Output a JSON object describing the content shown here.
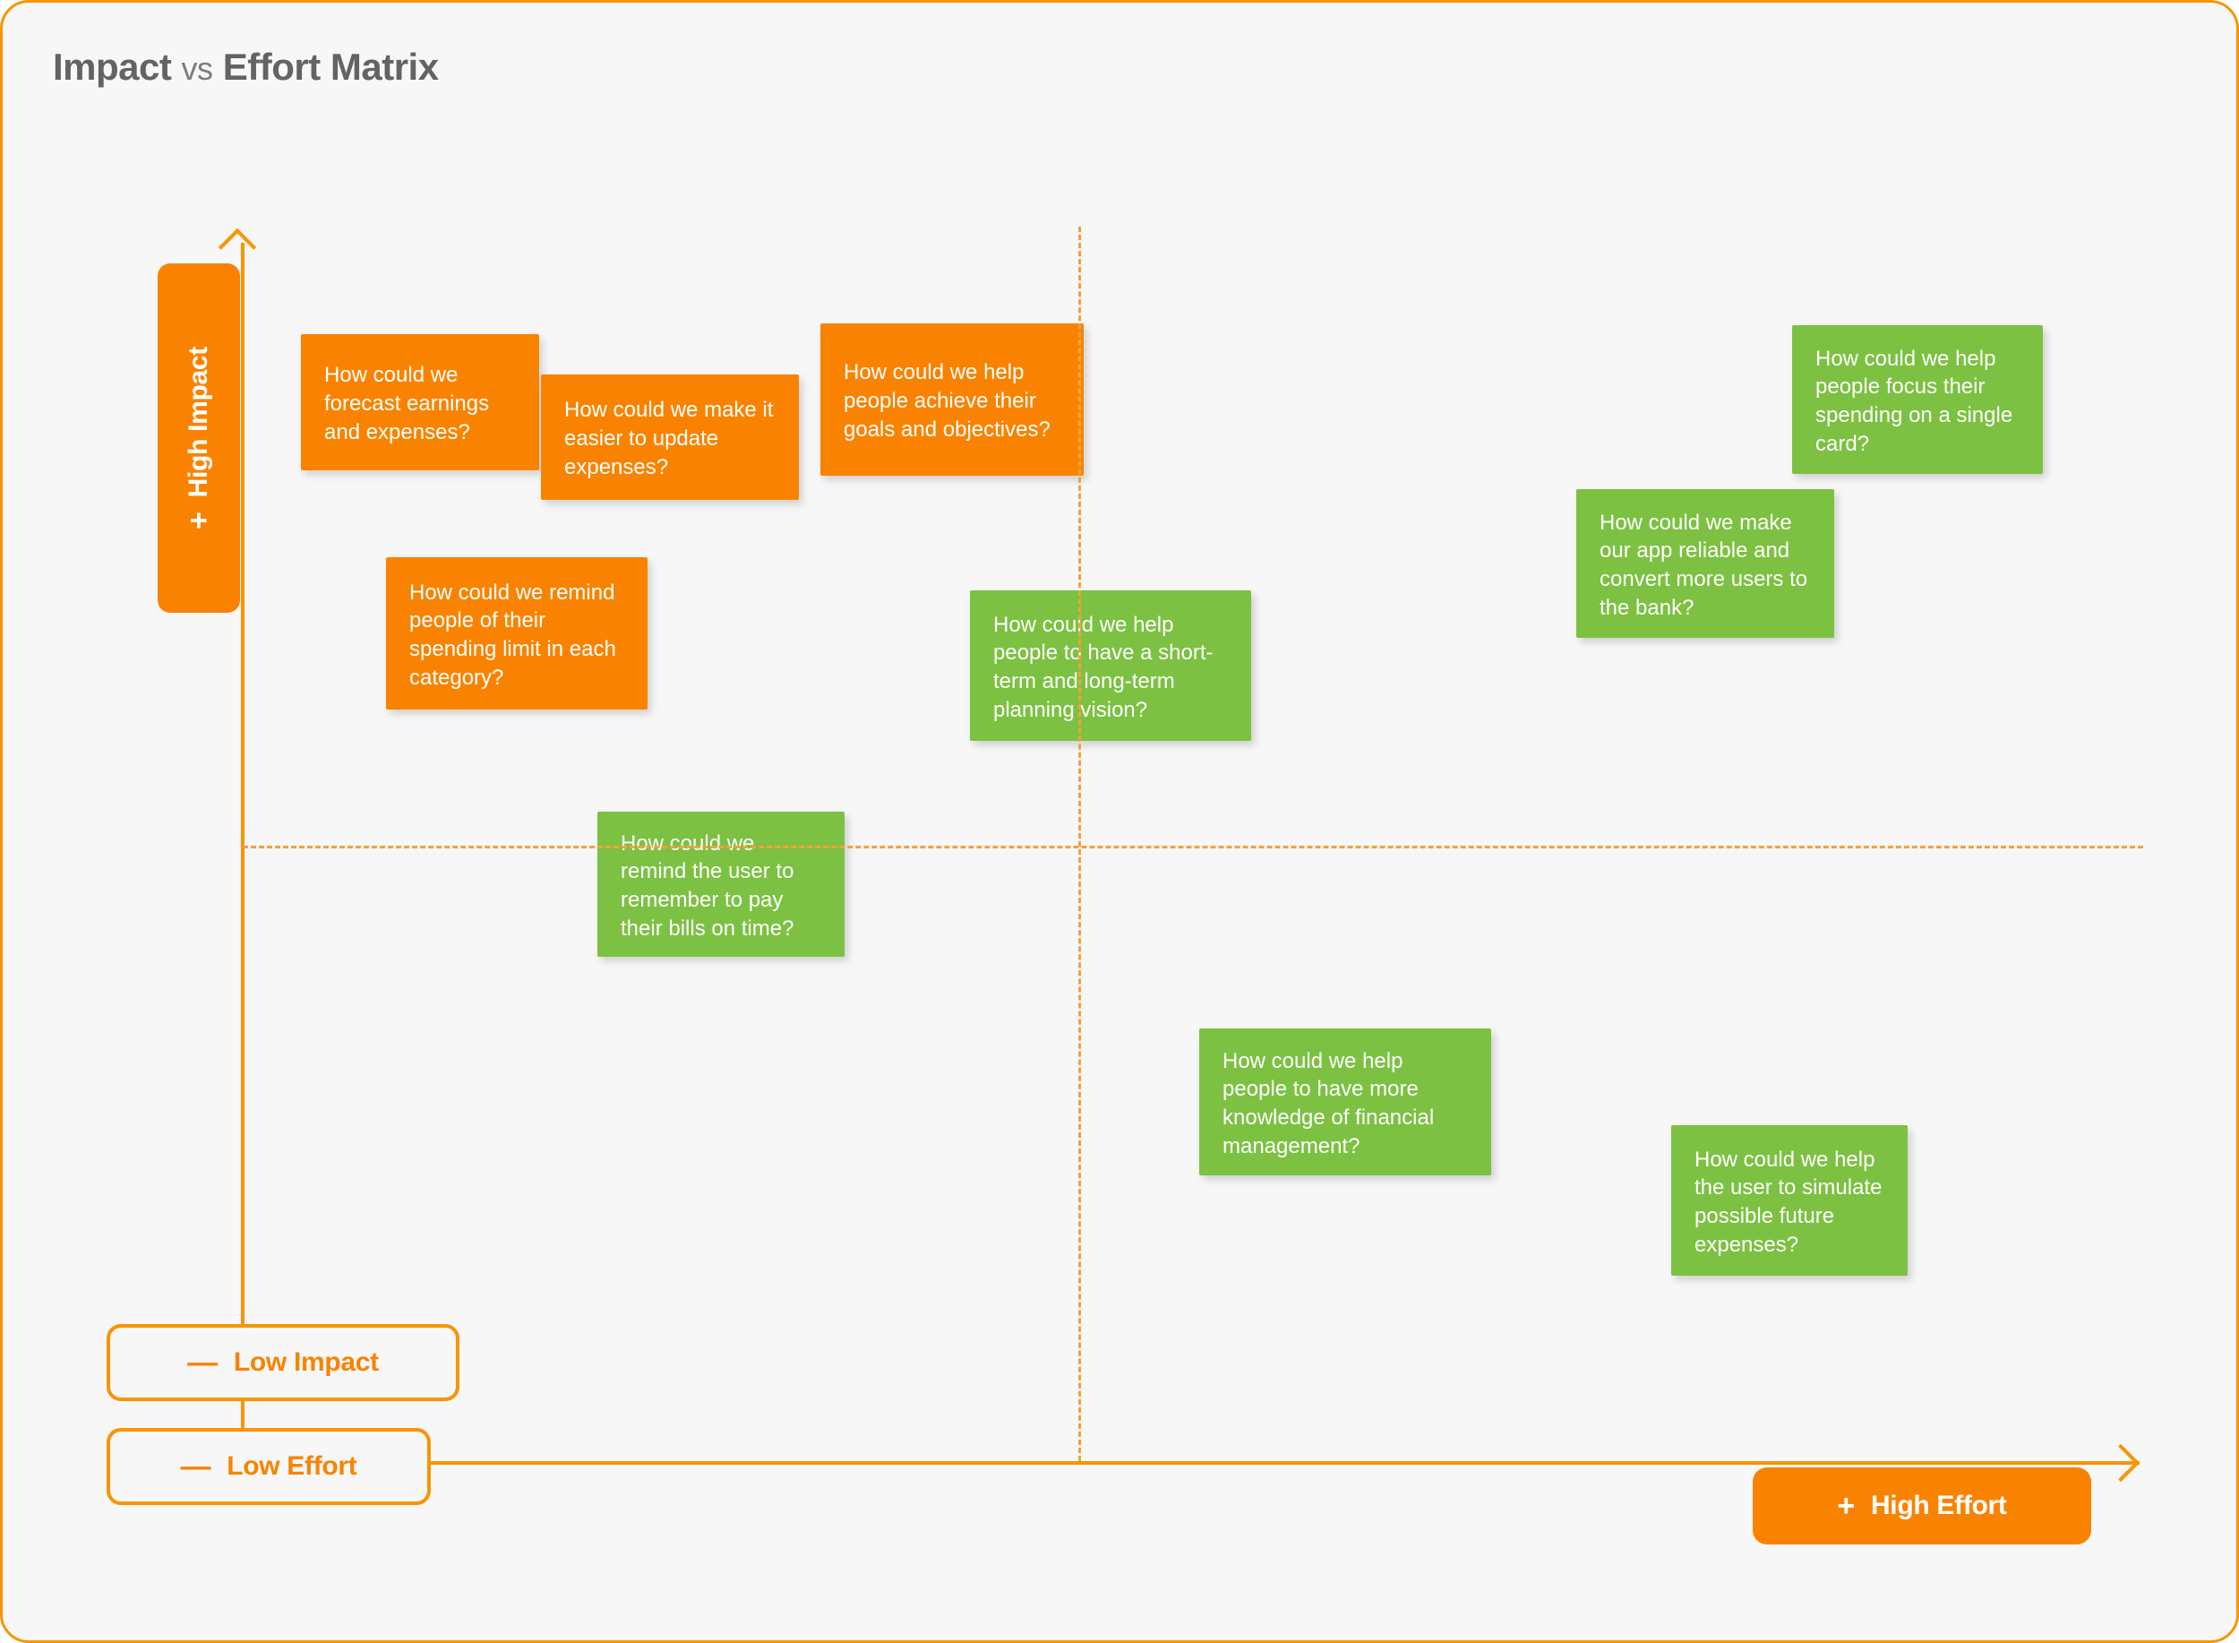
{
  "title": {
    "part1": "Impact",
    "part2": "vs",
    "part3": "Effort Matrix"
  },
  "axes": {
    "y_label": "High Impact",
    "y_sign": "+",
    "x_label": "High Effort",
    "x_sign": "+",
    "low_impact_label": "Low Impact",
    "low_impact_sign": "—",
    "low_effort_label": "Low Effort",
    "low_effort_sign": "—"
  },
  "colors": {
    "orange": "#f98300",
    "orange_border": "#f89406",
    "green": "#7cc142",
    "dashed": "#f5a03c",
    "title_gray": "#6b6b6b",
    "canvas_bg": "#f7f7f7"
  },
  "notes": [
    {
      "id": "note-forecast-earnings",
      "color": "orange",
      "text": "How could we forecast earnings and expenses?"
    },
    {
      "id": "note-update-expenses",
      "color": "orange",
      "text": "How could we make it easier to update expenses?"
    },
    {
      "id": "note-goals-objectives",
      "color": "orange",
      "text": "How could we help people achieve their goals and objectives?"
    },
    {
      "id": "note-spending-limit",
      "color": "orange",
      "text": "How could we remind people of their spending limit in each category?"
    },
    {
      "id": "note-single-card",
      "color": "green",
      "text": "How could we help people focus their spending on a single card?"
    },
    {
      "id": "note-app-reliable",
      "color": "green",
      "text": "How could we make our app reliable and convert more users to the bank?"
    },
    {
      "id": "note-planning-vision",
      "color": "green",
      "text": "How could we help people to have a short-term and long-term planning vision?"
    },
    {
      "id": "note-pay-bills",
      "color": "green",
      "text": "How could we remind the user to remember to pay their bills on time?"
    },
    {
      "id": "note-financial-knowledge",
      "color": "green",
      "text": "How could we help people to have more knowledge of financial management?"
    },
    {
      "id": "note-future-expenses",
      "color": "green",
      "text": "How could we help the user to simulate possible future expenses?"
    }
  ]
}
